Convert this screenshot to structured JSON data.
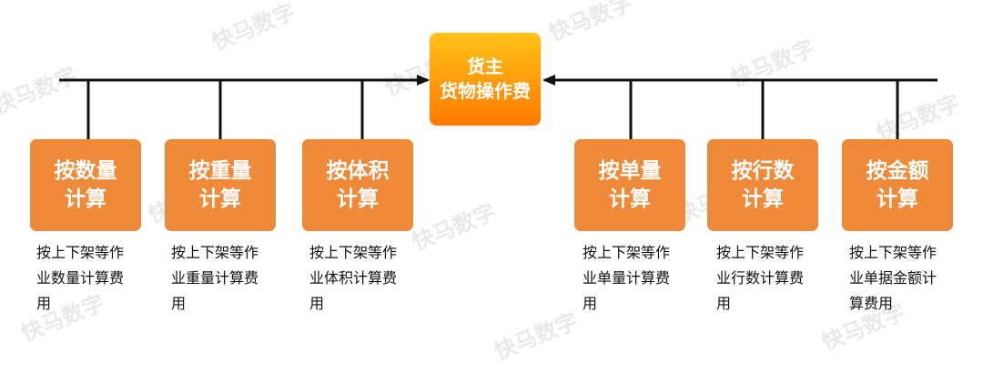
{
  "center": {
    "line1": "货主",
    "line2": "货物操作费"
  },
  "left_cards": [
    {
      "title1": "按数量",
      "title2": "计算",
      "desc": [
        "按上下架等作",
        "业数量计算费",
        "用"
      ]
    },
    {
      "title1": "按重量",
      "title2": "计算",
      "desc": [
        "按上下架等作",
        "业重量计算费",
        "用"
      ]
    },
    {
      "title1": "按体积",
      "title2": "计算",
      "desc": [
        "按上下架等作",
        "业体积计算费",
        "用"
      ]
    }
  ],
  "right_cards": [
    {
      "title1": "按单量",
      "title2": "计算",
      "desc": [
        "按上下架等作",
        "业单量计算费",
        "用"
      ]
    },
    {
      "title1": "按行数",
      "title2": "计算",
      "desc": [
        "按上下架等作",
        "业行数计算费",
        "用"
      ]
    },
    {
      "title1": "按金额",
      "title2": "计算",
      "desc": [
        "按上下架等作",
        "业单据金额计",
        "算费用"
      ]
    }
  ],
  "watermark": "快马数字",
  "colors": {
    "card": "#ee8a3a",
    "center_top": "#ffc21a",
    "center_bottom": "#ff7a00",
    "line": "#111111"
  }
}
